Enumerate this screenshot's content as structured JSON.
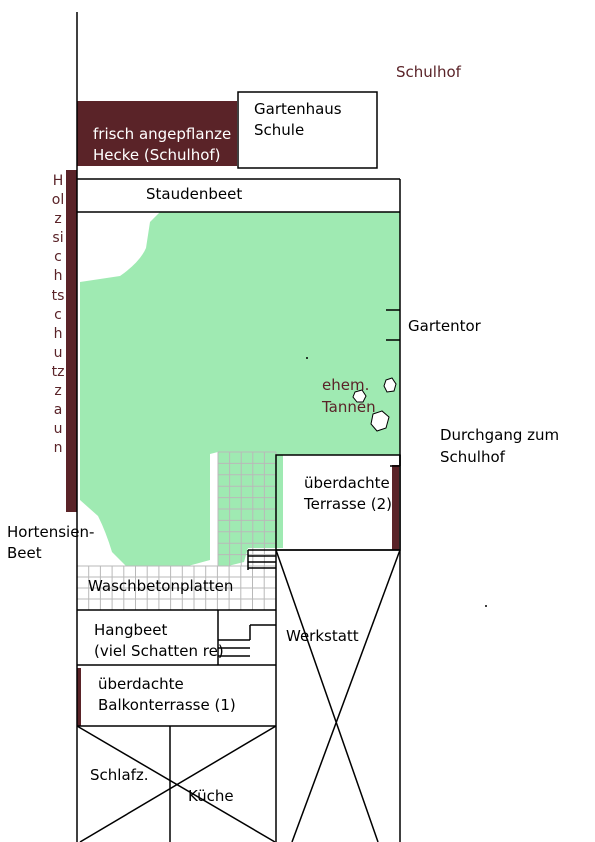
{
  "colors": {
    "lawn": "#9feab2",
    "hedge": "#5a2328",
    "lines": "#000000",
    "paving_grid": "#b9b9b9",
    "tree_label": "#5a2328"
  },
  "labels": {
    "schulhof": "Schulhof",
    "gartenhaus": [
      "Gartenhaus",
      "Schule"
    ],
    "hecke": [
      "frisch angepflanze",
      "Hecke (Schulhof)"
    ],
    "staudenbeet": "Staudenbeet",
    "sichtschutzzaun": "Holzsichtschutzzaun",
    "gartentor": "Gartentor",
    "tannen": [
      "ehem.",
      "Tannen"
    ],
    "durchgang": [
      "Durchgang zum",
      "Schulhof"
    ],
    "terrasse2": [
      "überdachte",
      "Terrasse (2)"
    ],
    "hortensien": [
      "Hortensien-",
      "Beet"
    ],
    "waschbeton": "Waschbetonplatten",
    "hangbeet": [
      "Hangbeet",
      "(viel Schatten re)"
    ],
    "werkstatt": "Werkstatt",
    "balkonterrasse": [
      "überdachte",
      "Balkonterrasse (1)"
    ],
    "schlafz": "Schlafz.",
    "kueche": "Küche"
  }
}
